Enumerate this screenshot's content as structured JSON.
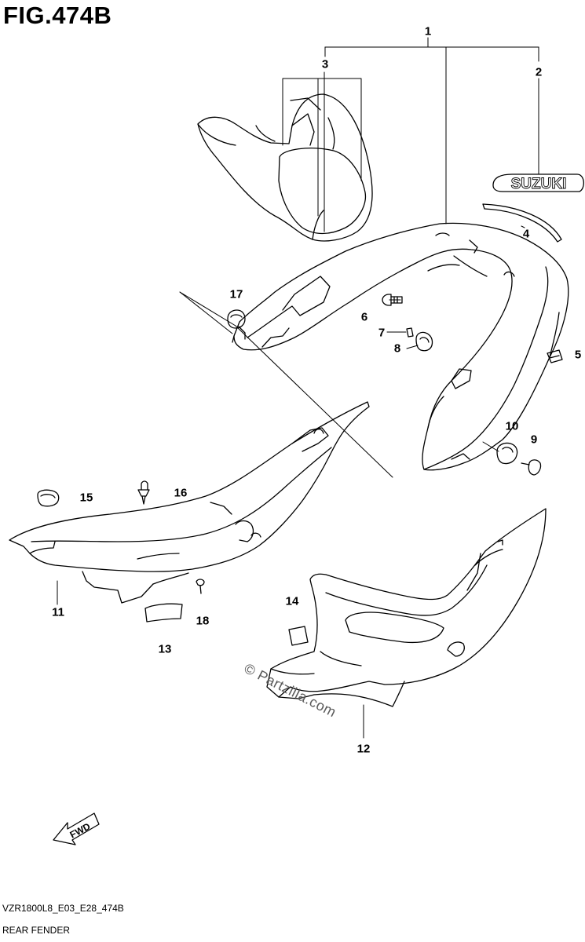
{
  "header": {
    "title": "FIG.474B"
  },
  "callouts": {
    "c1": "1",
    "c2": "2",
    "c3": "3",
    "c4": "4",
    "c5": "5",
    "c6": "6",
    "c7": "7",
    "c8": "8",
    "c9": "9",
    "c10": "10",
    "c11": "11",
    "c12": "12",
    "c13": "13",
    "c14": "14",
    "c15": "15",
    "c16": "16",
    "c17": "17",
    "c18": "18"
  },
  "emblem": {
    "text": "SUZUKI"
  },
  "fwd": {
    "text": "FWD"
  },
  "watermark": {
    "text": "© Partzilla.com"
  },
  "footer": {
    "code": "VZR1800L8_E03_E28_474B",
    "name": "REAR FENDER"
  }
}
